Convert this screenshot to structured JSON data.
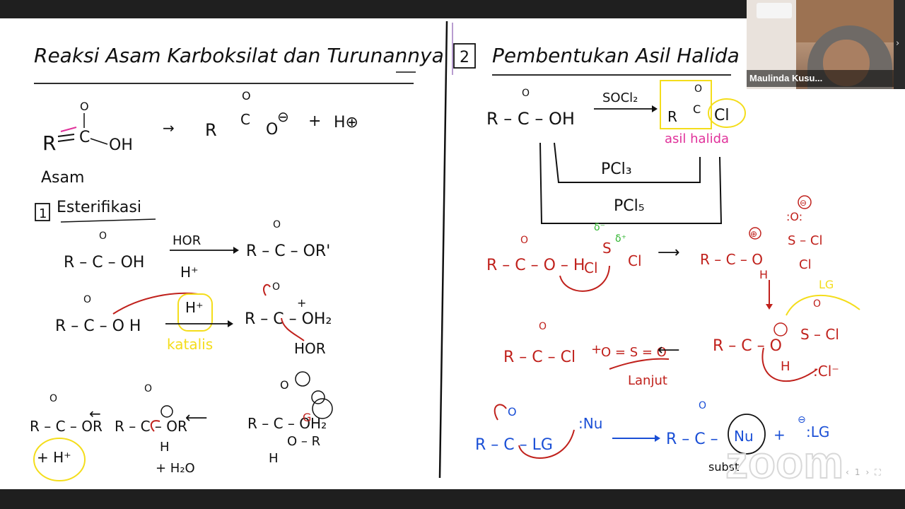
{
  "webcam": {
    "participant_name": "Maulinda Kusu..."
  },
  "watermark": "zoom",
  "colors": {
    "ink": "#111111",
    "red": "#c0211c",
    "magenta": "#e0319a",
    "yellow": "#f4dd1b",
    "green": "#2fb52f",
    "blue": "#1a4fd6"
  },
  "left_page": {
    "title": "Reaksi Asam Karboksilat dan Turunannya",
    "acid_reaction": {
      "r": "R",
      "o_top": "O",
      "oh": "OH",
      "arrow": "→",
      "product_o": "O",
      "product_r": "R",
      "minus": "⊖",
      "plus": "+",
      "h_plus": "H⊕"
    },
    "asam_label": "Asam",
    "section_1": {
      "number": "1",
      "title": "Esterifikasi"
    },
    "reaction_a": {
      "reactant": "R – C – OH",
      "o": "O",
      "reagent_top": "HOR",
      "reagent_bottom": "H⁺",
      "product": "R – C – OR'"
    },
    "mechanism_1": {
      "reactant": "R – C – O H",
      "catalyst": "H⁺",
      "catalyst_label": "katalis",
      "product": "R – C – OH₂",
      "plus": "+",
      "nucleophile": "HOR",
      "o": "O"
    },
    "mechanism_2": {
      "p1": "R – C – OR",
      "h_plus": "+ H⁺",
      "p2": "R – C – OR",
      "h": "H",
      "water": "+ H₂O",
      "p3": "R – C – OH₂",
      "o_minus": "O",
      "p3_bottom": "O – R",
      "h_bottom": "H",
      "o_top": "O",
      "g": "G"
    }
  },
  "right_page": {
    "section_2": {
      "number": "2",
      "title": "Pembentukan Asil Halida"
    },
    "reaction_b": {
      "reactant": "R – C – OH",
      "o": "O",
      "reagent": "SOCl₂",
      "product_r": "R",
      "product_c": "C",
      "product_cl": "Cl",
      "product_label": "asil halida",
      "pcl3": "PCl₃",
      "pcl5": "PCl₅"
    },
    "mech_red": {
      "reactant": "R – C – O – H",
      "o": "O",
      "s": "S",
      "cl_left": "Cl",
      "cl_right": "Cl",
      "delta_minus": "δ⁻",
      "delta_plus": "δ⁺",
      "int_r": "R – C – O",
      "int_s": "S – Cl",
      "int_cl": "Cl",
      "int_h": "H",
      "charge_plus": "⊕",
      "charge_minus": "⊖"
    },
    "mech_red_2": {
      "product": "R – C – Cl",
      "plus": "+",
      "so2": "O = S = O",
      "gas_label": "Lanjut",
      "int_r": "R – C – O",
      "int_h": "H",
      "int_s": "S – Cl",
      "cl_minus": ":Cl⁻",
      "lg": "LG"
    },
    "mech_blue": {
      "reactant": "R – C – LG",
      "o": "O",
      "nu": ":Nu",
      "product_r": "R – C –",
      "product_nu": "Nu",
      "plus": "+",
      "lg": ":LG",
      "o_minus": "⊖",
      "subst_label": "subst"
    }
  },
  "controls": {
    "prev": "‹",
    "page": "1",
    "next": "›",
    "fullscreen": "⛶"
  }
}
